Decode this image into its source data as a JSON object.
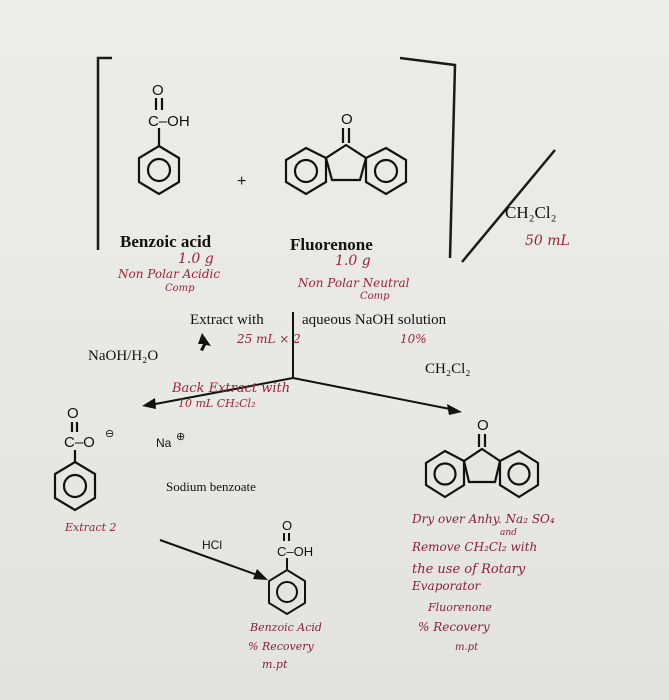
{
  "reactants": {
    "acid_group": "C–OH",
    "acid_oxygen": "O",
    "plus": "+",
    "ketone_oxygen": "O",
    "benzoic_label": "Benzoic acid",
    "fluorenone_label": "Fluorenone"
  },
  "solvent": {
    "formula": "CH₂Cl₂",
    "amount": "50 mL"
  },
  "handwritten": {
    "benzoic_mass": "1.0 g",
    "benzoic_class_line1": "Non Polar Acidic",
    "benzoic_class_line2": "Comp",
    "fluorenone_mass": "1.0 g",
    "fluorenone_class_line1": "Non Polar Neutral",
    "fluorenone_class_line2": "Comp",
    "extract_volume": "25 mL × 2",
    "naoh_percent": "10%",
    "back_extract_line1": "Back Extract with",
    "back_extract_line2": "10 mL CH₂Cl₂",
    "extract_note": "Extract 2",
    "dry_line1": "Dry over Anhy. Na₂ SO₄",
    "dry_line2": "and",
    "dry_line3": "Remove CH₂Cl₂ with",
    "dry_line4": "the use of Rotary",
    "dry_line5": "Evaporator",
    "fluorenone_result_line1": "Fluorenone",
    "fluorenone_result_line2": "% Recovery",
    "fluorenone_result_line3": "m.pt",
    "benzoic_result_line1": "Benzoic Acid",
    "benzoic_result_line2": "% Recovery",
    "benzoic_result_line3": "m.pt"
  },
  "procedure": {
    "extract_text": "Extract with",
    "extract_reagent": "aqueous NaOH solution",
    "aqueous_layer": "NaOH/H₂O",
    "organic_layer": "CH₂Cl₂",
    "salt_oxygen": "O",
    "salt_group": "C–O",
    "minus_sign": "⊖",
    "sodium": "Na",
    "plus_sign": "⊕",
    "salt_name": "Sodium benzoate",
    "acidify": "HCl",
    "product_oxygen": "O",
    "product_group": "C–OH",
    "fluorenone_oxygen": "O"
  }
}
